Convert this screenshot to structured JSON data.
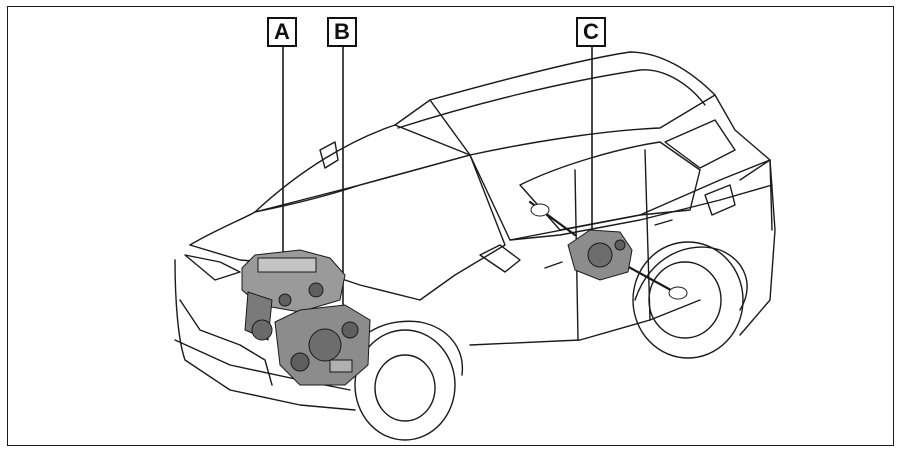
{
  "diagram": {
    "callouts": [
      {
        "id": "A",
        "label": "A",
        "part": "front-engine"
      },
      {
        "id": "B",
        "label": "B",
        "part": "front-transaxle"
      },
      {
        "id": "C",
        "label": "C",
        "part": "rear-drive-unit"
      }
    ],
    "colors": {
      "line": "#1a1a1a",
      "component_fill": "#9a9a9a",
      "component_dark": "#5f5f5f",
      "background": "#ffffff"
    }
  }
}
